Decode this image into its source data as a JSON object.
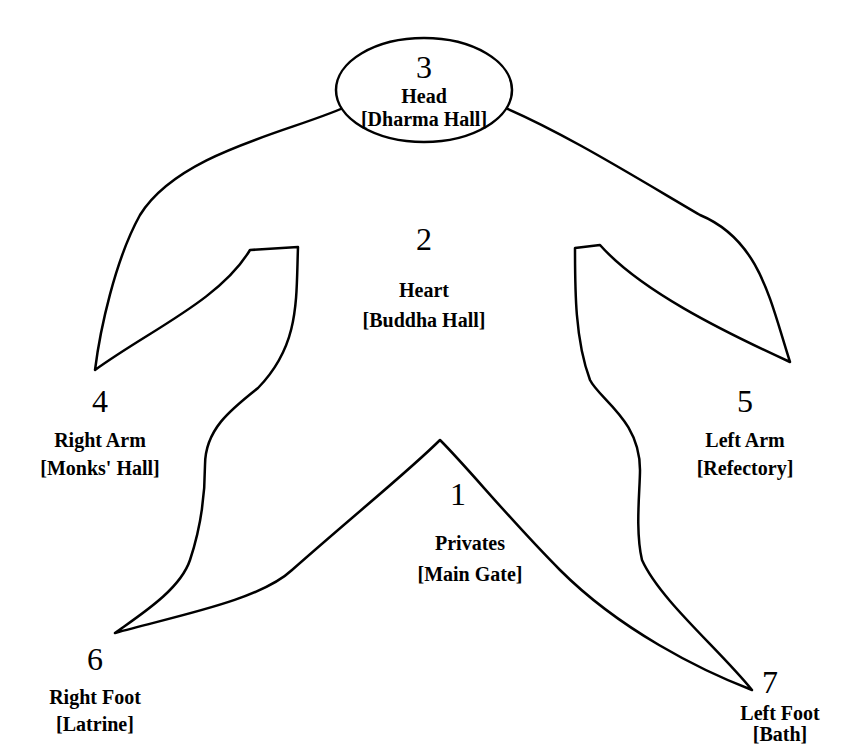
{
  "diagram": {
    "nodes": [
      {
        "text": [
          "3",
          "Head",
          "[Dharma Hall]"
        ]
      }
    ],
    "labels": [
      "2",
      "Heart",
      "[Buddha Hall]",
      "1",
      "Privates",
      "[Main Gate]",
      "4",
      "Right Arm",
      "[Monks' Hall]",
      "5",
      "Left Arm",
      "[Refectory]",
      "6",
      "Right Foot",
      "[Latrine]",
      "7",
      "Left Foot",
      "[Bath]"
    ]
  }
}
